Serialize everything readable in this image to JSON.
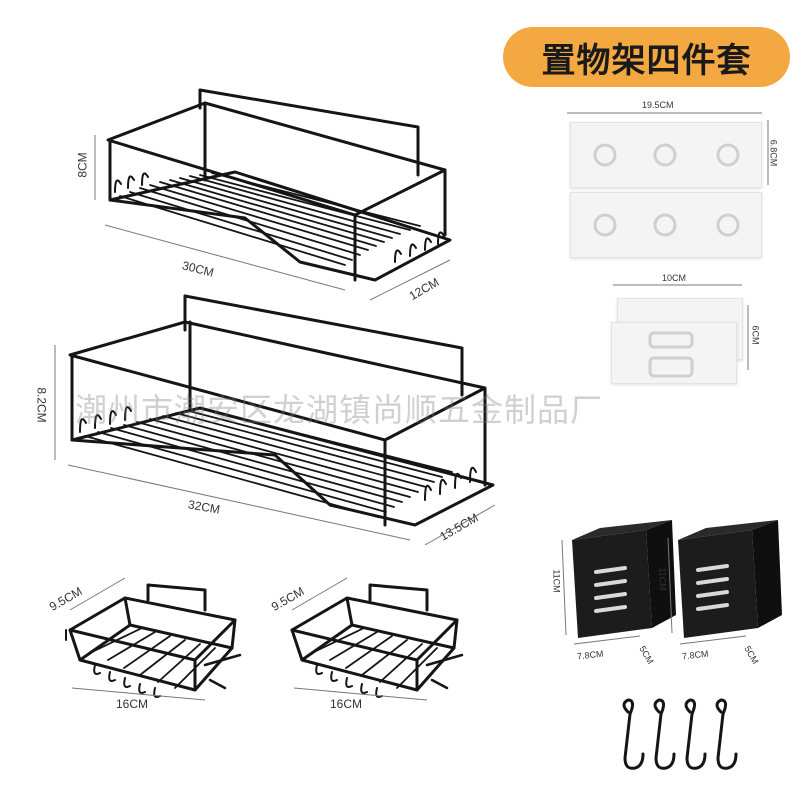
{
  "banner": {
    "title": "置物架四件套"
  },
  "watermark": "潮州市潮安区龙湖镇尚顺五金制品厂",
  "large_rack_1": {
    "height": "8CM",
    "length": "30CM",
    "depth": "12CM"
  },
  "large_rack_2": {
    "height": "8.2CM",
    "length": "32CM",
    "depth": "13.5CM"
  },
  "soap_dish_1": {
    "height": "9.5CM",
    "length": "16CM"
  },
  "soap_dish_2": {
    "height": "9.5CM",
    "length": "16CM"
  },
  "adhesive_pads": {
    "width": "19.5CM",
    "height": "6.8CM"
  },
  "small_pads": {
    "width": "10CM",
    "height": "6CM"
  },
  "holder_1": {
    "height": "11CM",
    "width": "7.8CM",
    "depth": "5CM"
  },
  "holder_2": {
    "height": "11CM",
    "width": "7.8CM",
    "depth": "5CM"
  },
  "colors": {
    "banner": "#f3a842",
    "metal": "#151515",
    "pad": "#f4f4f4"
  }
}
